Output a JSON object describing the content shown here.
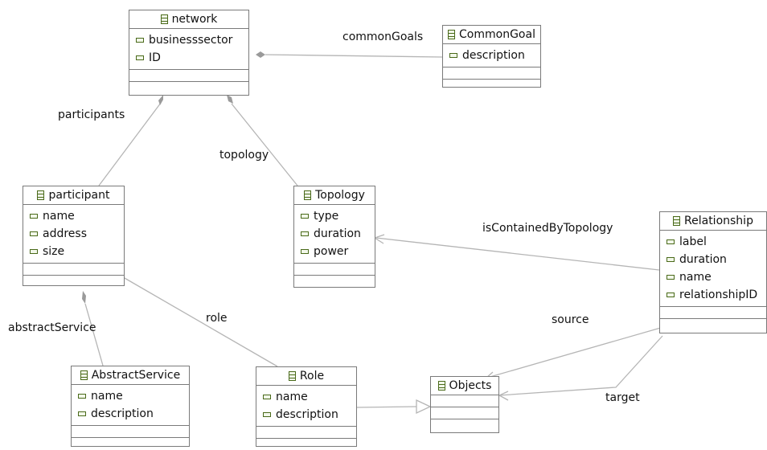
{
  "classes": {
    "network": {
      "name": "network",
      "attributes": [
        "businesssector",
        "ID"
      ]
    },
    "common_goal": {
      "name": "CommonGoal",
      "attributes": [
        "description"
      ]
    },
    "participant": {
      "name": "participant",
      "attributes": [
        "name",
        "address",
        "size"
      ]
    },
    "topology": {
      "name": "Topology",
      "attributes": [
        "type",
        "duration",
        "power"
      ]
    },
    "relationship": {
      "name": "Relationship",
      "attributes": [
        "label",
        "duration",
        "name",
        "relationshipID"
      ]
    },
    "abstract_service": {
      "name": "AbstractService",
      "attributes": [
        "name",
        "description"
      ]
    },
    "role": {
      "name": "Role",
      "attributes": [
        "name",
        "description"
      ]
    },
    "objects": {
      "name": "Objects",
      "attributes": []
    }
  },
  "associations": {
    "common_goals": "commonGoals",
    "participants": "participants",
    "topology": "topology",
    "is_contained_by_topology": "isContainedByTopology",
    "abstract_service": "abstractService",
    "role": "role",
    "source": "source",
    "target": "target"
  },
  "colors": {
    "line": "#b5b5b5",
    "border": "#7a7a7a",
    "icon": "#4a6a1a"
  }
}
